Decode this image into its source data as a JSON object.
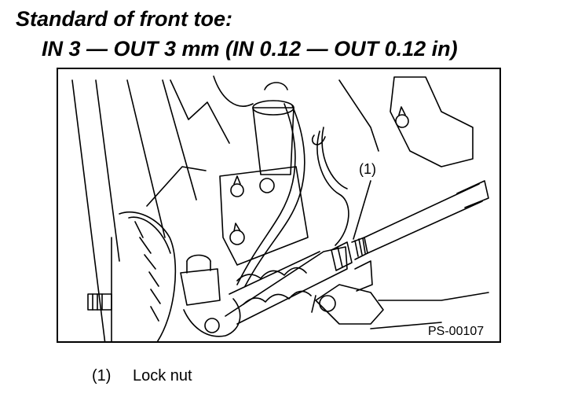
{
  "title": {
    "line1": "Standard of front toe:",
    "line2": "IN 3 — OUT 3 mm (IN 0.12 — OUT 0.12 in)"
  },
  "figure": {
    "callout": "(1)",
    "code": "PS-00107"
  },
  "legend": [
    {
      "number": "(1)",
      "label": "Lock nut"
    }
  ]
}
